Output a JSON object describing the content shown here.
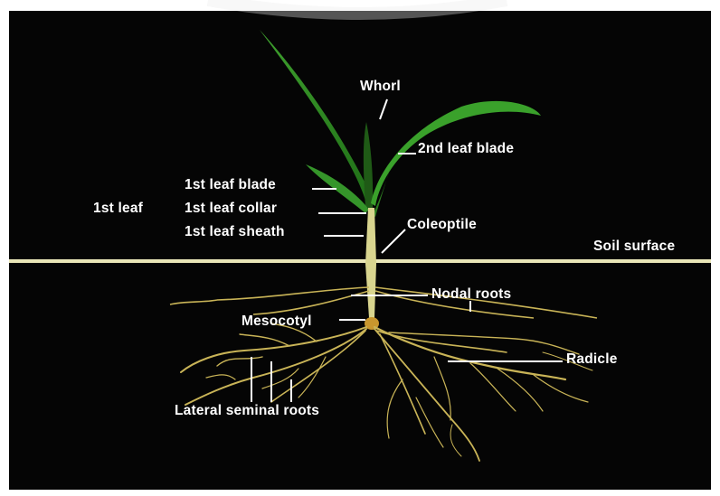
{
  "labels": {
    "whorl": "Whorl",
    "second_leaf_blade": "2nd leaf blade",
    "first_leaf_blade": "1st leaf blade",
    "first_leaf": "1st leaf",
    "first_leaf_collar": "1st leaf collar",
    "first_leaf_sheath": "1st leaf sheath",
    "coleoptile": "Coleoptile",
    "soil_surface": "Soil surface",
    "nodal_roots": "Nodal roots",
    "mesocotyl": "Mesocotyl",
    "radicle": "Radicle",
    "lateral_seminal_roots": "Lateral seminal roots"
  },
  "colors": {
    "background": "#050505",
    "leaf": "#2e8b22",
    "leaf_light": "#49a935",
    "stem": "#d9d58f",
    "roots": "#c9b457",
    "soil_line": "#e9e6b8",
    "seed": "#c8962e",
    "label_text": "#ffffff"
  }
}
